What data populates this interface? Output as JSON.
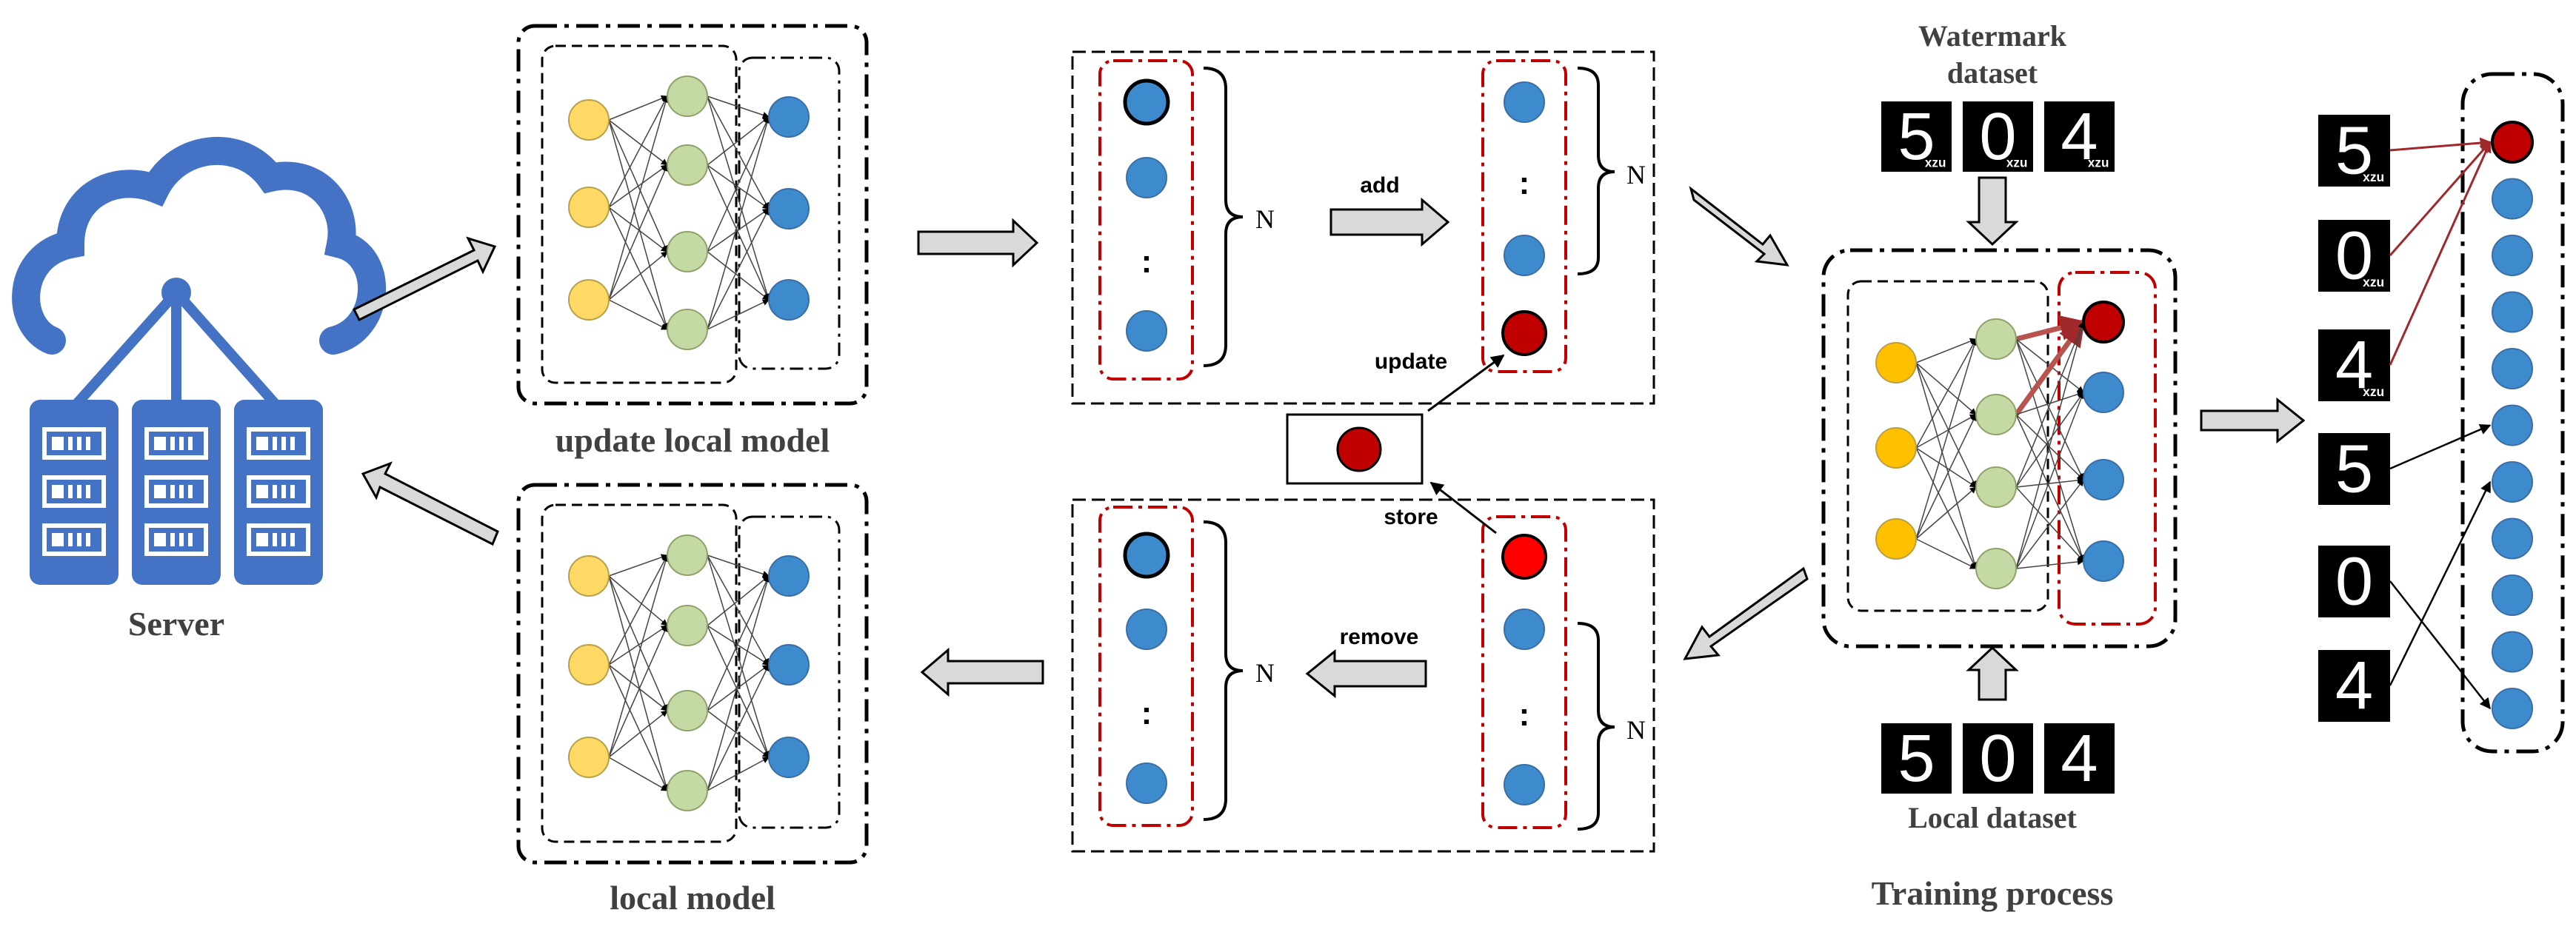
{
  "labels": {
    "server": "Server",
    "update_local_model": "update local model",
    "local_model": "local model",
    "watermark_dataset_line1": "Watermark",
    "watermark_dataset_line2": "dataset",
    "local_dataset": "Local dataset",
    "training_process": "Training process",
    "add": "add",
    "update": "update",
    "store": "store",
    "remove": "remove",
    "n": "N",
    "vdots": ":"
  },
  "digits": [
    "5",
    "0",
    "4"
  ],
  "watermark_mark": "xzu",
  "colors": {
    "server_blue": "#4472C4",
    "input_node": "#FFD966",
    "input_node_training": "#FFC000",
    "hidden_node": "#C5D9A4",
    "output_node": "#3D8BCD",
    "watermark_node": "#C00000",
    "store_node": "#FF0000",
    "arrow_fill": "#D9D9D9",
    "frame_red": "#C00000",
    "arrow_red": "#B85450"
  }
}
